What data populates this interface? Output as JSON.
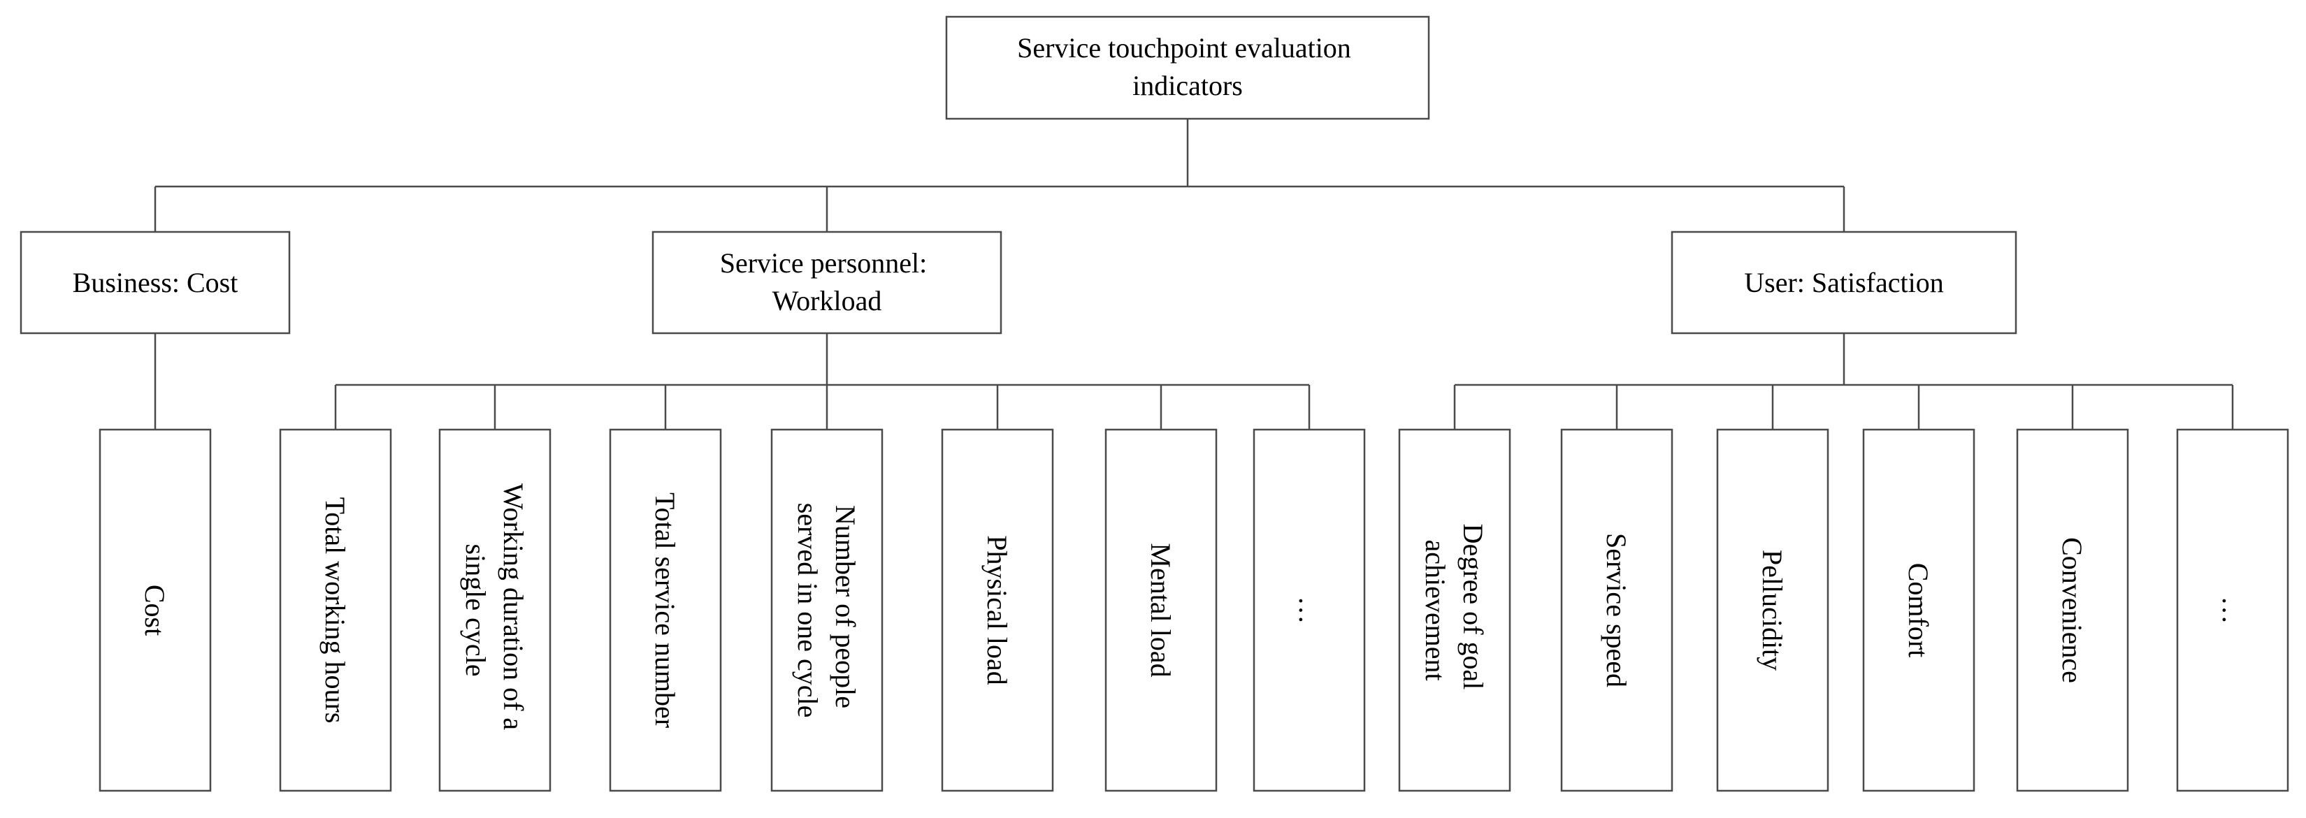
{
  "root": {
    "label_lines": [
      "Service touchpoint evaluation",
      "indicators"
    ]
  },
  "groups": [
    {
      "label_lines": [
        "Business: Cost"
      ],
      "children": [
        {
          "label_lines": [
            "Cost"
          ]
        }
      ]
    },
    {
      "label_lines": [
        "Service personnel:",
        "Workload"
      ],
      "children": [
        {
          "label_lines": [
            "Total working hours"
          ]
        },
        {
          "label_lines": [
            "Working duration of a",
            "single cycle"
          ]
        },
        {
          "label_lines": [
            "Total service number"
          ]
        },
        {
          "label_lines": [
            "Number of people",
            "served in one cycle"
          ]
        },
        {
          "label_lines": [
            "Physical load"
          ]
        },
        {
          "label_lines": [
            "Mental load"
          ]
        },
        {
          "label_lines": [
            "…"
          ]
        }
      ]
    },
    {
      "label_lines": [
        "User: Satisfaction"
      ],
      "children": [
        {
          "label_lines": [
            "Degree of goal",
            "achievement"
          ]
        },
        {
          "label_lines": [
            "Service speed"
          ]
        },
        {
          "label_lines": [
            "Pellucidity"
          ]
        },
        {
          "label_lines": [
            "Comfort"
          ]
        },
        {
          "label_lines": [
            "Convenience"
          ]
        },
        {
          "label_lines": [
            "…"
          ]
        }
      ]
    }
  ]
}
